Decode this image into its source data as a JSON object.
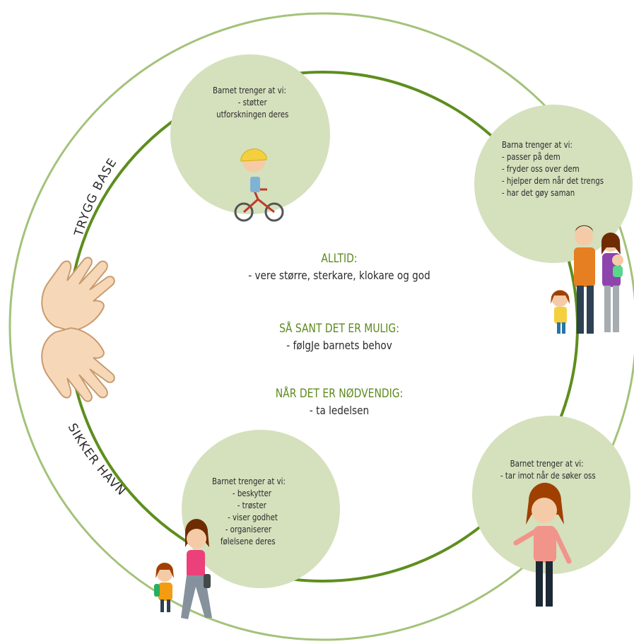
{
  "labels": {
    "trygg_base": "TRYGG BASE",
    "sikker_havn": "SIKKER HAVN"
  },
  "center": {
    "blocks": [
      {
        "heading": "ALLTID:",
        "text": "- vere større, sterkare, klokare og god"
      },
      {
        "heading": "SÅ SANT DET ER MULIG:",
        "text": "- følgJe barnets behov"
      },
      {
        "heading": "NÅR DET ER NØDVENDIG:",
        "text": "- ta ledelsen"
      }
    ]
  },
  "bubbles": {
    "top": {
      "lines": [
        "Barnet trenger at vi:",
        "- støtter",
        "utforskningen deres"
      ]
    },
    "right": {
      "lines": [
        "Barna trenger at vi:",
        "- passer på dem",
        "- fryder oss over dem",
        "- hjelper dem når det trengs",
        "- har det gøy saman"
      ]
    },
    "bottom_right": {
      "lines": [
        "Barnet trenger at vi:",
        "- tar imot når de søker oss"
      ]
    },
    "bottom_left": {
      "lines": [
        "Barnet trenger at vi:",
        "- beskytter",
        "- trøster",
        "- viser godhet",
        "- organiserer",
        "følelsene deres"
      ]
    }
  },
  "colors": {
    "outer_ring": "#a4c27a",
    "inner_ring": "#5e8e1f",
    "bubble_fill": "#d5e0bd",
    "heading": "#5c8a1e",
    "text": "#2b2b2b",
    "hand_fill": "#f6d8b8",
    "hand_stroke": "#c99b6f"
  }
}
